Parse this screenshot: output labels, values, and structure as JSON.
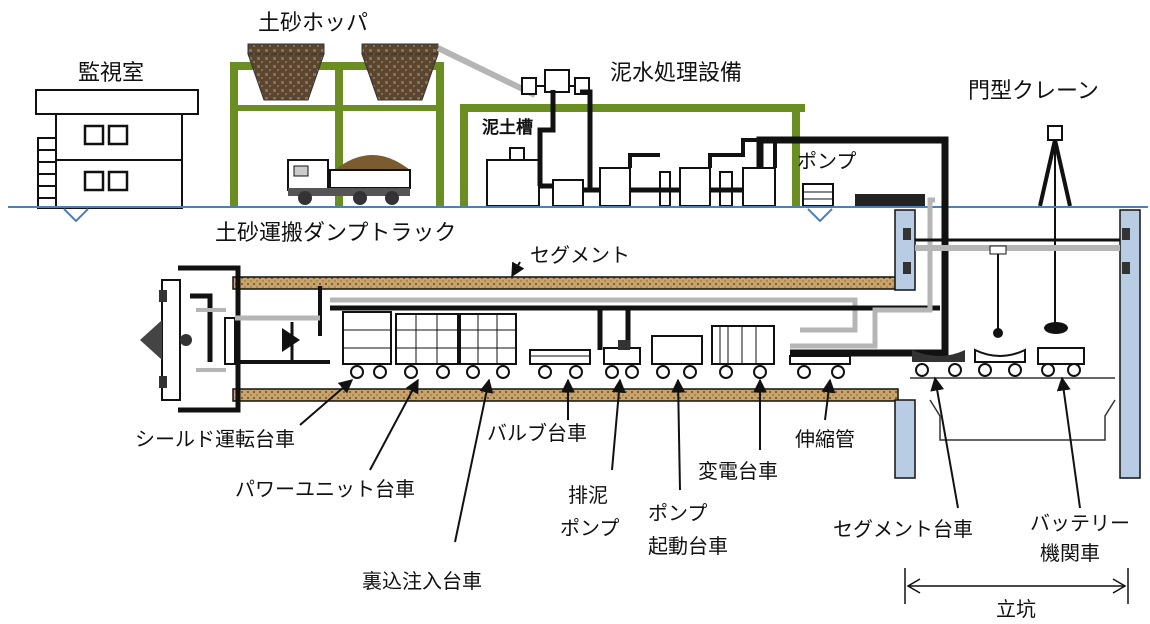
{
  "labels": {
    "monitoring_room": "監視室",
    "soil_hopper": "土砂ホッパ",
    "slurry_facility": "泥水処理設備",
    "gantry_crane": "門型クレーン",
    "mud_tank": "泥土槽",
    "pump_surface": "ポンプ",
    "dump_truck": "土砂運搬ダンプトラック",
    "segment": "セグメント",
    "shield_cart": "シールド運転台車",
    "power_unit_cart": "パワーユニット台車",
    "backfill_cart": "裏込注入台車",
    "valve_cart": "バルブ台車",
    "discharge_pump_1": "排泥",
    "discharge_pump_2": "ポンプ",
    "pump_start_cart_1": "ポンプ",
    "pump_start_cart_2": "起動台車",
    "transformer_cart": "変電台車",
    "telescopic_pipe": "伸縮管",
    "segment_cart": "セグメント台車",
    "battery_loco_1": "バッテリー",
    "battery_loco_2": "機関車",
    "shaft": "立坑"
  },
  "colors": {
    "frame_green": "#6b8e23",
    "ground_blue": "#4a7fc0",
    "tunnel_brown": "#a0845c",
    "shaft_blue": "#b8cce4",
    "line_black": "#111111",
    "pipe_gray": "#b5b5b5",
    "soil_brown": "#7a5c2e"
  }
}
